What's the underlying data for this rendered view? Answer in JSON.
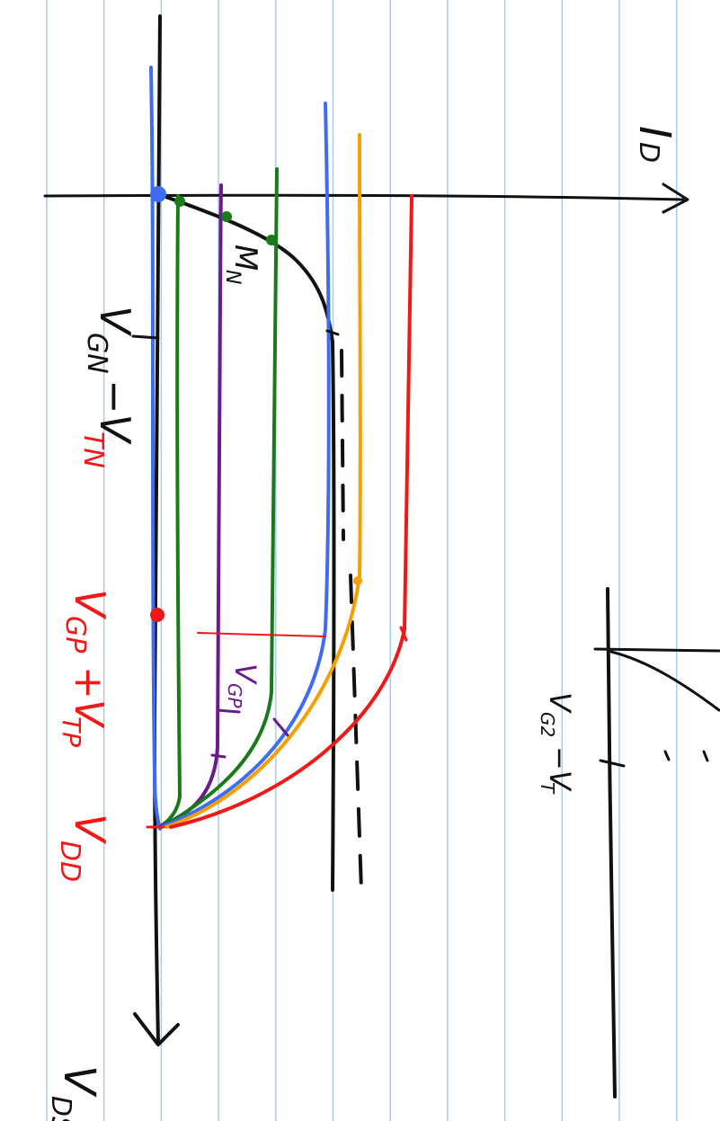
{
  "page": {
    "background": "#ffffff",
    "rule_color": "#a9cdf2"
  },
  "colors": {
    "black": "#111111",
    "blue": "#3f6df2",
    "green": "#1a7a1a",
    "purple": "#6b1a8c",
    "orange": "#f5a000",
    "red": "#f01818"
  },
  "labels": {
    "vdd_r": "V",
    "vdd_sub": "DD",
    "vgp_r": "V",
    "vgp_sub": "GP",
    "vtp_r": "+V",
    "vtp_sub": "TP",
    "vgn_r": "V",
    "vgn_sub": "GN",
    "minus_vt": "−V",
    "vtn_sub": "TN",
    "mn_r": "M",
    "mn_sub": "N",
    "id_r": "I",
    "id_sub": "D",
    "vds_r": "V",
    "vds_sub": "DS",
    "vgp_small_r": "V",
    "vgp_small_sub": "GP",
    "inset_vg_r": "V",
    "inset_vg_sub": "G2",
    "inset_minus_vt": "−V",
    "inset_vt_sub": "T"
  }
}
